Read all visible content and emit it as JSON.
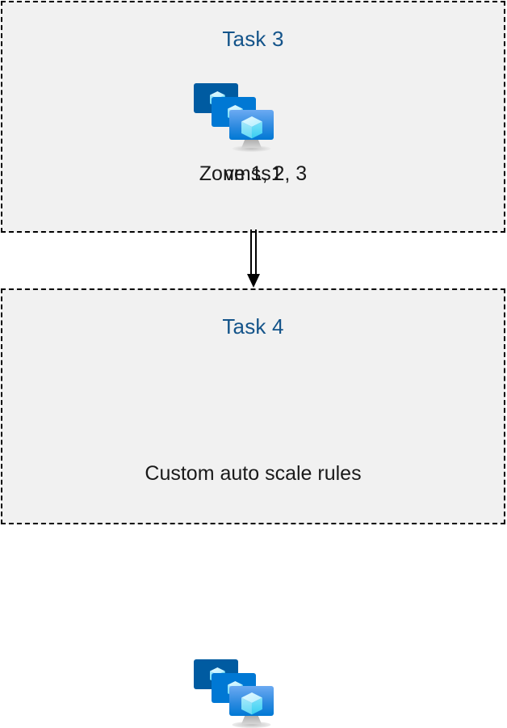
{
  "diagram": {
    "type": "flow",
    "background_color": "#ffffff",
    "box_fill_color": "#f1f1f1",
    "box_border_color": "#000000",
    "title_color": "#14548A",
    "caption_color": "#1a1a1a",
    "connector_color": "#000000",
    "boxes": [
      {
        "id": "task-3",
        "title": "Task 3",
        "icon": "azure-vm-scale-set-icon",
        "captions": [
          "vmss1",
          "Zone 1, 2, 3"
        ]
      },
      {
        "id": "task-4",
        "title": "Task 4",
        "icon": "azure-vm-scale-set-icon",
        "captions": [
          "Custom auto scale rules"
        ]
      }
    ],
    "connector": {
      "from": "task-3",
      "to": "task-4",
      "style": "double-line-arrow",
      "direction": "down"
    },
    "icon_colors": {
      "monitor_back": "#005BA1",
      "monitor_middle": "#0078D4",
      "monitor_front_top": "#5EA0EF",
      "monitor_front_bottom": "#0078D4",
      "cube_light": "#C3F1FF",
      "cube_mid": "#9CEBFF",
      "cube_dark": "#50E6FF",
      "stand": "#9E9E9E"
    }
  }
}
